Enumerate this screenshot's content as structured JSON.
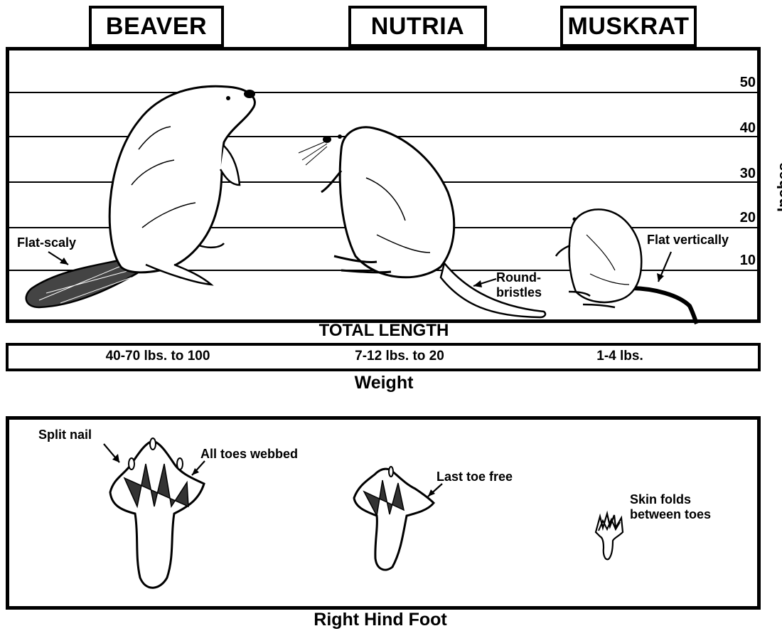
{
  "headers": {
    "beaver": "BEAVER",
    "nutria": "NUTRIA",
    "muskrat": "MUSKRAT"
  },
  "length_chart": {
    "axis_label": "Inches",
    "ticks": [
      "50",
      "40",
      "30",
      "20",
      "10"
    ],
    "caption": "TOTAL LENGTH"
  },
  "tail_labels": {
    "beaver": "Flat-scaly",
    "nutria": "Round-\nbristles",
    "muskrat": "Flat vertically"
  },
  "weight": {
    "beaver": "40-70 lbs. to 100",
    "nutria": "7-12 lbs. to 20",
    "muskrat": "1-4 lbs.",
    "caption": "Weight"
  },
  "foot": {
    "caption": "Right Hind Foot",
    "split_nail": "Split nail",
    "all_toes_webbed": "All toes webbed",
    "last_toe_free": "Last toe free",
    "skin_folds": "Skin folds\nbetween toes"
  }
}
